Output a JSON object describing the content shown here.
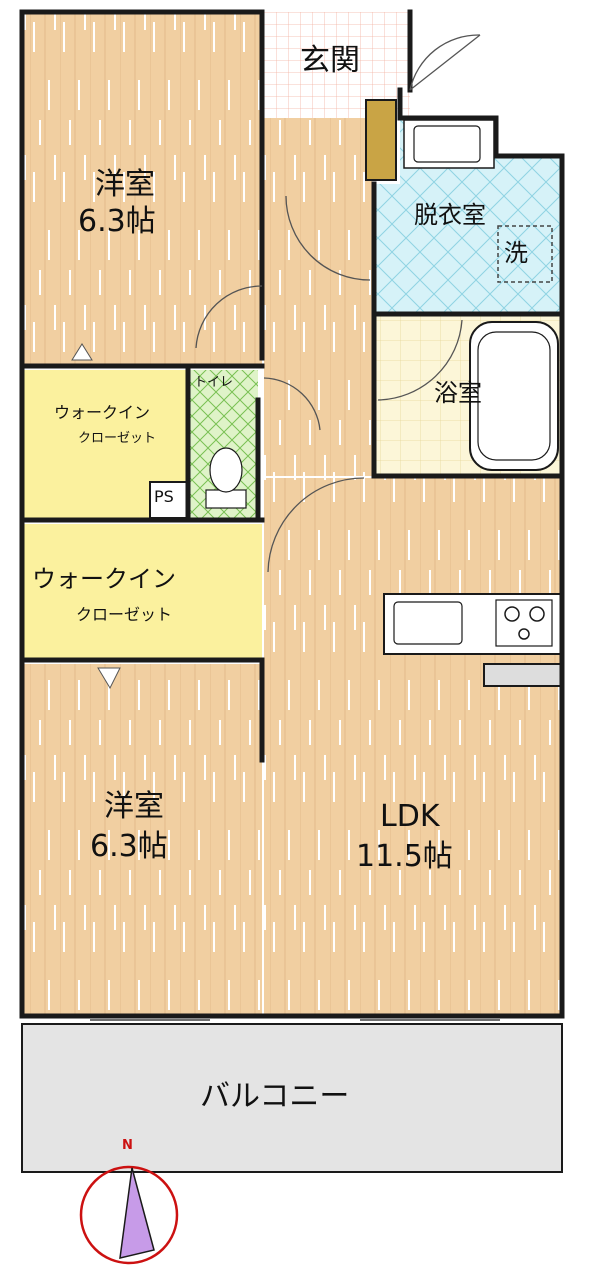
{
  "rooms": {
    "bedroom_upper": {
      "name": "洋室",
      "size": "6.3帖"
    },
    "bedroom_lower": {
      "name": "洋室",
      "size": "6.3帖"
    },
    "entrance": {
      "name": "玄関"
    },
    "dressing": {
      "name": "脱衣室"
    },
    "laundry": {
      "mark": "洗"
    },
    "bath": {
      "name": "浴室"
    },
    "toilet": {
      "name": "トイレ"
    },
    "walkin_small": {
      "line1": "ウォークイン",
      "line2": "クローゼット"
    },
    "ps": {
      "name": "PS"
    },
    "walkin_large": {
      "line1": "ウォークイン",
      "line2": "クローゼット"
    },
    "ldk": {
      "name": "LDK",
      "size": "11.5帖"
    },
    "balcony": {
      "name": "バルコニー"
    }
  },
  "compass": {
    "label": "N"
  },
  "colors": {
    "wood": "#f1cfa1",
    "wood_line": "#ffffff",
    "closet": "#fbf19e",
    "tile_blue": "#d6f2f8",
    "tile_green": "#dff3c8",
    "balcony": "#e4e4e4",
    "wall": "#1a1a1a",
    "compass": "#cc1111",
    "compass_arrow": "#c79be8"
  }
}
